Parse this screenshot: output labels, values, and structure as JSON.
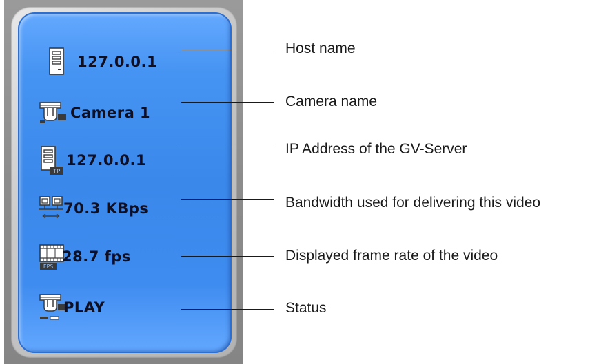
{
  "panel": {
    "rows": [
      {
        "icon": "host-computer-icon",
        "value": "127.0.0.1",
        "caption": "Host name"
      },
      {
        "icon": "camera-icon",
        "value": "Camera 1",
        "caption": "Camera name"
      },
      {
        "icon": "ip-server-icon",
        "value": "127.0.0.1",
        "caption": "IP Address of the GV-Server"
      },
      {
        "icon": "bandwidth-network-icon",
        "value": "70.3 KBps",
        "caption": "Bandwidth used for delivering this video"
      },
      {
        "icon": "fps-film-icon",
        "value": "28.7 fps",
        "caption": "Displayed frame rate of the video"
      },
      {
        "icon": "camera-play-status-icon",
        "value": "PLAY",
        "caption": "Status"
      }
    ],
    "ip_badge": "IP",
    "fps_badge": "FPS"
  },
  "colors": {
    "panel_blue": "#3a88ea",
    "frame_gray": "#8c8c8c",
    "value_text": "#0f0f24"
  }
}
